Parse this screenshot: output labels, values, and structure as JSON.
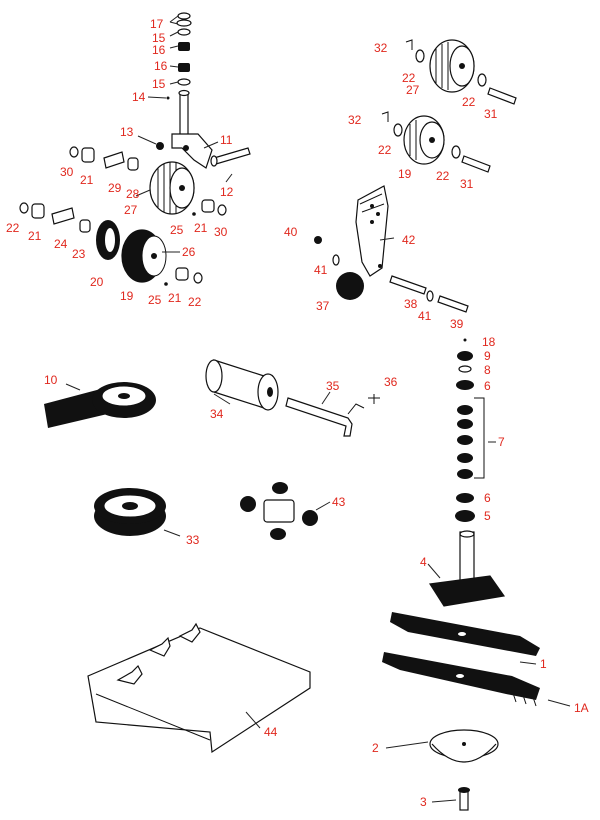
{
  "colors": {
    "label": "#e0281e",
    "ink": "#111111",
    "background": "#ffffff"
  },
  "callouts": {
    "p17": "17",
    "p15a": "15",
    "p16a": "16",
    "p16b": "16",
    "p15b": "15",
    "p14": "14",
    "p13": "13",
    "p11": "11",
    "p30a": "30",
    "p21a": "21",
    "p29": "29",
    "p28": "28",
    "p27a": "27",
    "p12": "12",
    "p22a": "22",
    "p21b": "21",
    "p24": "24",
    "p23": "23",
    "p20": "20",
    "p19a": "19",
    "p26": "26",
    "p25a": "25",
    "p21c": "21",
    "p30b": "30",
    "p25b": "25",
    "p21d": "21",
    "p22b": "22",
    "p32a": "32",
    "p22c": "22",
    "p27b": "27",
    "p22d": "22",
    "p31a": "31",
    "p32b": "32",
    "p22e": "22",
    "p19b": "19",
    "p22f": "22",
    "p31b": "31",
    "p40": "40",
    "p42": "42",
    "p41a": "41",
    "p37": "37",
    "p38": "38",
    "p41b": "41",
    "p39": "39",
    "p18": "18",
    "p9": "9",
    "p8": "8",
    "p6a": "6",
    "p7": "7",
    "p6b": "6",
    "p5": "5",
    "p10": "10",
    "p34": "34",
    "p35": "35",
    "p36": "36",
    "p33": "33",
    "p43": "43",
    "p4": "4",
    "p1": "1",
    "p1A": "1A",
    "p44": "44",
    "p2": "2",
    "p3": "3"
  }
}
